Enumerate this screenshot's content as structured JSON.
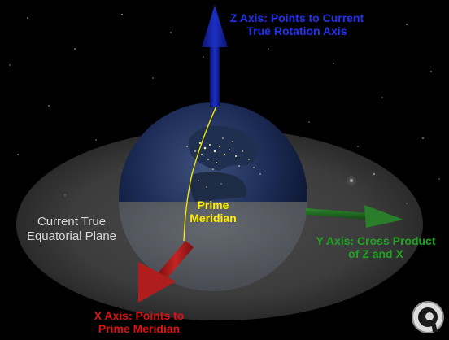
{
  "labels": {
    "z_axis": "Z Axis: Points to Current\nTrue Rotation Axis",
    "y_axis": "Y Axis: Cross Product\nof Z and X",
    "x_axis": "X Axis: Points to\nPrime Meridian",
    "prime_meridian": "Prime\nMeridian",
    "equatorial_plane": "Current True\nEquatorial Plane"
  },
  "colors": {
    "background": "#000000",
    "z_axis": "#0a1a9c",
    "z_text": "#2233ee",
    "y_axis": "#1f6b1f",
    "y_text": "#21a321",
    "x_axis": "#a81a1a",
    "x_text": "#dd1111",
    "meridian": "#f2e600",
    "meridian_text": "#ffee00",
    "plane": "#7d7d7d",
    "plane_text": "#d8d8d8",
    "earth_ocean": "#1a2a52",
    "city_lights": "#ffe9a8"
  },
  "icons": {
    "logo": "agi-logo-icon"
  }
}
